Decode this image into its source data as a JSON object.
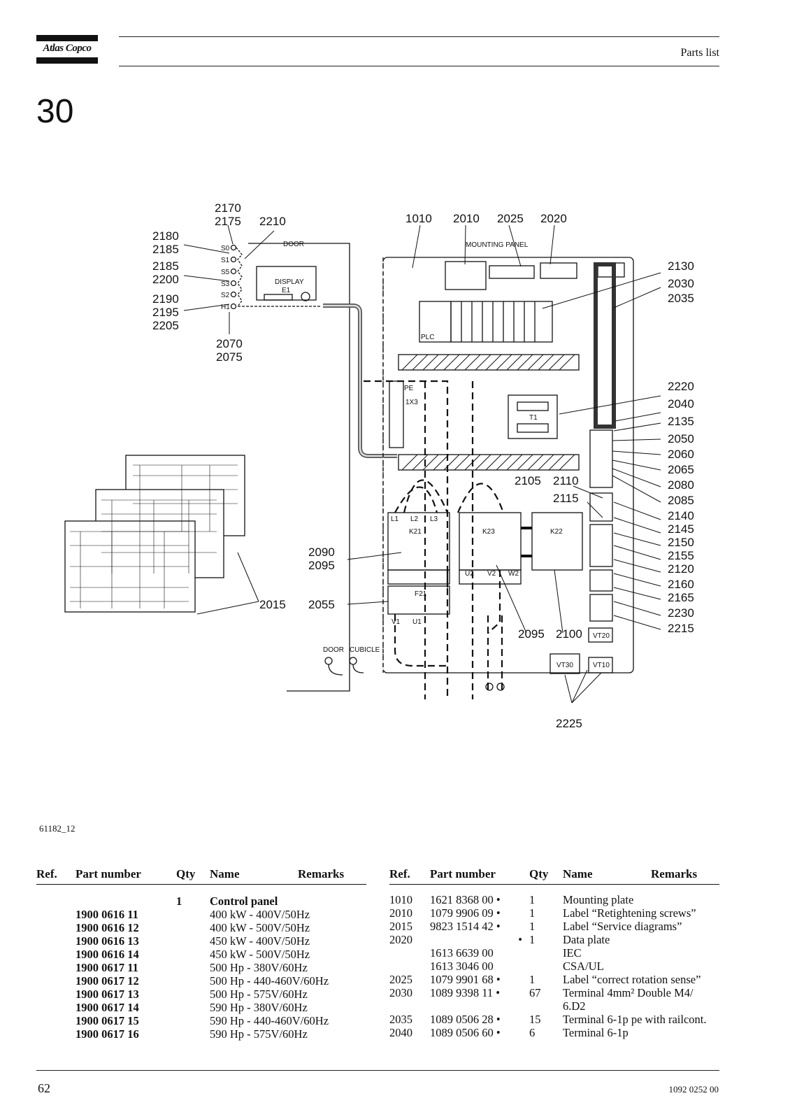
{
  "header": {
    "logo_text": "Atlas Copco",
    "section_title": "Parts list",
    "section_number": "30"
  },
  "figure": {
    "id": "61182_12",
    "panel_labels": {
      "door": "DOOR",
      "display": "DISPLAY",
      "e1": "E1",
      "mounting_panel": "MOUNTING PANEL",
      "plc": "PLC",
      "pe": "PE",
      "x3": "1X3",
      "t1": "T1",
      "k21": "K21",
      "k23": "K23",
      "k22": "K22",
      "f21": "F21",
      "door_bottom": "DOOR",
      "cubicle": "CUBICLE",
      "vt20": "VT20",
      "vt10": "VT10",
      "vt30": "VT30",
      "s0": "S0",
      "s1": "S1",
      "s5": "S5",
      "s3": "S3",
      "s2": "S2",
      "h1": "H1",
      "l1": "L1",
      "l2": "L2",
      "l3": "L3",
      "u1": "U1",
      "v1": "V1",
      "u2": "U2",
      "v2": "V2",
      "w2": "W2"
    },
    "callouts": {
      "c2170": "2170",
      "c2175": "2175",
      "c2210": "2210",
      "c2180": "2180",
      "c2185a": "2185",
      "c2185b": "2185",
      "c2200": "2200",
      "c2190": "2190",
      "c2195": "2195",
      "c2205": "2205",
      "c2070": "2070",
      "c2075": "2075",
      "c1010": "1010",
      "c2010": "2010",
      "c2025": "2025",
      "c2020": "2020",
      "c2130": "2130",
      "c2030": "2030",
      "c2035": "2035",
      "c2220": "2220",
      "c2040": "2040",
      "c2135": "2135",
      "c2050": "2050",
      "c2060": "2060",
      "c2065": "2065",
      "c2080": "2080",
      "c2085": "2085",
      "c2140": "2140",
      "c2145": "2145",
      "c2150": "2150",
      "c2155": "2155",
      "c2120": "2120",
      "c2160": "2160",
      "c2165": "2165",
      "c2230": "2230",
      "c2215": "2215",
      "c2105": "2105",
      "c2110": "2110",
      "c2115": "2115",
      "c2090": "2090",
      "c2095": "2095",
      "c2015": "2015",
      "c2055": "2055",
      "c2095b": "2095",
      "c2100": "2100",
      "c2225": "2225"
    }
  },
  "left_table": {
    "headers": {
      "ref": "Ref.",
      "part": "Part number",
      "qty": "Qty",
      "name": "Name",
      "remarks": "Remarks"
    },
    "group": {
      "qty": "1",
      "name": "Control panel"
    },
    "rows": [
      {
        "part": "1900 0616 11",
        "name": "400 kW - 400V/50Hz"
      },
      {
        "part": "1900 0616 12",
        "name": "400 kW - 500V/50Hz"
      },
      {
        "part": "1900 0616 13",
        "name": "450 kW - 400V/50Hz"
      },
      {
        "part": "1900 0616 14",
        "name": "450 kW - 500V/50Hz"
      },
      {
        "part": "1900 0617 11",
        "name": "500 Hp - 380V/60Hz"
      },
      {
        "part": "1900 0617 12",
        "name": "500 Hp - 440-460V/60Hz"
      },
      {
        "part": "1900 0617 13",
        "name": "500 Hp - 575V/60Hz"
      },
      {
        "part": "1900 0617 14",
        "name": "590 Hp - 380V/60Hz"
      },
      {
        "part": "1900 0617 15",
        "name": "590 Hp - 440-460V/60Hz"
      },
      {
        "part": "1900 0617 16",
        "name": "590 Hp - 575V/60Hz"
      }
    ]
  },
  "right_table": {
    "headers": {
      "ref": "Ref.",
      "part": "Part number",
      "qty": "Qty",
      "name": "Name",
      "remarks": "Remarks"
    },
    "rows": [
      {
        "ref": "1010",
        "part": "1621 8368 00 •",
        "qty": "1",
        "name": "Mounting plate"
      },
      {
        "ref": "2010",
        "part": "1079 9906 09 •",
        "qty": "1",
        "name": "Label “Retightening screws”"
      },
      {
        "ref": "2015",
        "part": "9823 1514 42 •",
        "qty": "1",
        "name": "Label “Service diagrams”"
      },
      {
        "ref": "2020",
        "part": "•",
        "qty": "1",
        "name": "Data plate"
      },
      {
        "ref": "",
        "part": "1613 6639 00",
        "qty": "",
        "name": "IEC"
      },
      {
        "ref": "",
        "part": "1613 3046 00",
        "qty": "",
        "name": "CSA/UL"
      },
      {
        "ref": "2025",
        "part": "1079 9901 68 •",
        "qty": "1",
        "name": "Label “correct rotation sense”"
      },
      {
        "ref": "2030",
        "part": "1089 9398 11 •",
        "qty": "67",
        "name": "Terminal 4mm² Double M4/ 6.D2"
      },
      {
        "ref": "2035",
        "part": "1089 0506 28 •",
        "qty": "15",
        "name": "Terminal 6-1p pe with railcont."
      },
      {
        "ref": "2040",
        "part": "1089 0506 60 •",
        "qty": "6",
        "name": "Terminal 6-1p"
      }
    ]
  },
  "footer": {
    "page_number": "62",
    "doc_number": "1092 0252 00"
  }
}
